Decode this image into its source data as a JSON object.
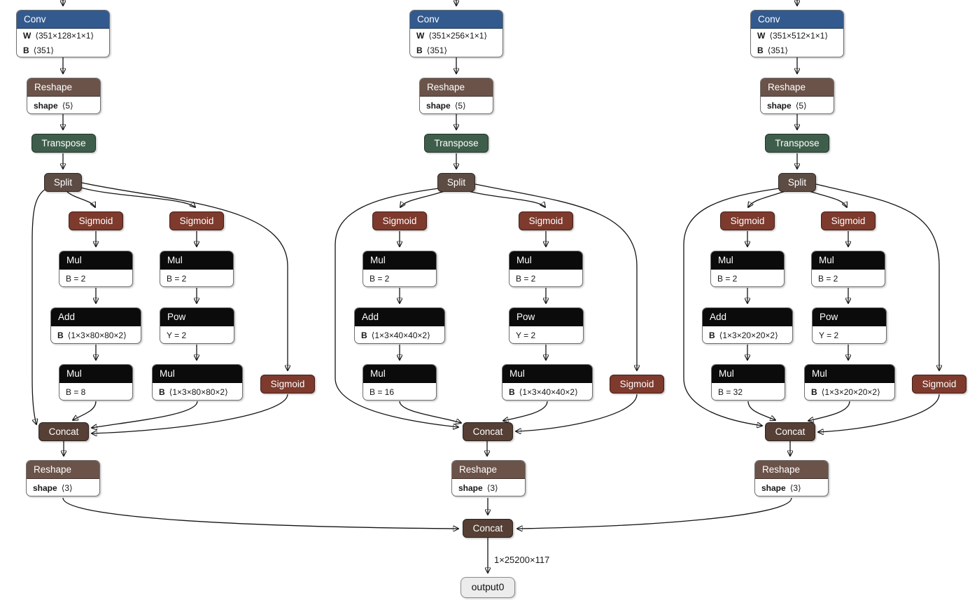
{
  "colors": {
    "layer-blue": "#335a8e",
    "shape-brown": "#6b5349",
    "transform-green": "#3e5e4b",
    "split-brown": "#5d4c44",
    "activation-red": "#7d3a2d",
    "concat-brown": "#563f35",
    "op-black": "#0b0b0b",
    "output-gray": "#ececec",
    "edge-dark": "#141414"
  },
  "columns": [
    {
      "conv": {
        "title": "Conv",
        "w_name": "W",
        "w_val": "⟨351×128×1×1⟩",
        "b_name": "B",
        "b_val": "⟨351⟩"
      },
      "reshape_top": {
        "title": "Reshape",
        "p_name": "shape",
        "p_val": "⟨5⟩"
      },
      "transpose": "Transpose",
      "split": "Split",
      "sigmoid_left": "Sigmoid",
      "sigmoid_right": "Sigmoid",
      "sigmoid_obj": "Sigmoid",
      "mul_xy": {
        "title": "Mul",
        "attr": "B = 2"
      },
      "mul_wh": {
        "title": "Mul",
        "attr": "B = 2"
      },
      "add": {
        "title": "Add",
        "p_name": "B",
        "p_val": "⟨1×3×80×80×2⟩"
      },
      "pow": {
        "title": "Pow",
        "attr": "Y = 2"
      },
      "mul_stride": {
        "title": "Mul",
        "attr": "B = 8"
      },
      "mul_anchor": {
        "title": "Mul",
        "p_name": "B",
        "p_val": "⟨1×3×80×80×2⟩"
      },
      "concat": "Concat",
      "reshape_bottom": {
        "title": "Reshape",
        "p_name": "shape",
        "p_val": "⟨3⟩"
      }
    },
    {
      "conv": {
        "title": "Conv",
        "w_name": "W",
        "w_val": "⟨351×256×1×1⟩",
        "b_name": "B",
        "b_val": "⟨351⟩"
      },
      "reshape_top": {
        "title": "Reshape",
        "p_name": "shape",
        "p_val": "⟨5⟩"
      },
      "transpose": "Transpose",
      "split": "Split",
      "sigmoid_left": "Sigmoid",
      "sigmoid_right": "Sigmoid",
      "sigmoid_obj": "Sigmoid",
      "mul_xy": {
        "title": "Mul",
        "attr": "B = 2"
      },
      "mul_wh": {
        "title": "Mul",
        "attr": "B = 2"
      },
      "add": {
        "title": "Add",
        "p_name": "B",
        "p_val": "⟨1×3×40×40×2⟩"
      },
      "pow": {
        "title": "Pow",
        "attr": "Y = 2"
      },
      "mul_stride": {
        "title": "Mul",
        "attr": "B = 16"
      },
      "mul_anchor": {
        "title": "Mul",
        "p_name": "B",
        "p_val": "⟨1×3×40×40×2⟩"
      },
      "concat": "Concat",
      "reshape_bottom": {
        "title": "Reshape",
        "p_name": "shape",
        "p_val": "⟨3⟩"
      }
    },
    {
      "conv": {
        "title": "Conv",
        "w_name": "W",
        "w_val": "⟨351×512×1×1⟩",
        "b_name": "B",
        "b_val": "⟨351⟩"
      },
      "reshape_top": {
        "title": "Reshape",
        "p_name": "shape",
        "p_val": "⟨5⟩"
      },
      "transpose": "Transpose",
      "split": "Split",
      "sigmoid_left": "Sigmoid",
      "sigmoid_right": "Sigmoid",
      "sigmoid_obj": "Sigmoid",
      "mul_xy": {
        "title": "Mul",
        "attr": "B = 2"
      },
      "mul_wh": {
        "title": "Mul",
        "attr": "B = 2"
      },
      "add": {
        "title": "Add",
        "p_name": "B",
        "p_val": "⟨1×3×20×20×2⟩"
      },
      "pow": {
        "title": "Pow",
        "attr": "Y = 2"
      },
      "mul_stride": {
        "title": "Mul",
        "attr": "B = 32"
      },
      "mul_anchor": {
        "title": "Mul",
        "p_name": "B",
        "p_val": "⟨1×3×20×20×2⟩"
      },
      "concat": "Concat",
      "reshape_bottom": {
        "title": "Reshape",
        "p_name": "shape",
        "p_val": "⟨3⟩"
      }
    }
  ],
  "final": {
    "concat": "Concat",
    "edge_label": "1×25200×117",
    "output": "output0"
  }
}
